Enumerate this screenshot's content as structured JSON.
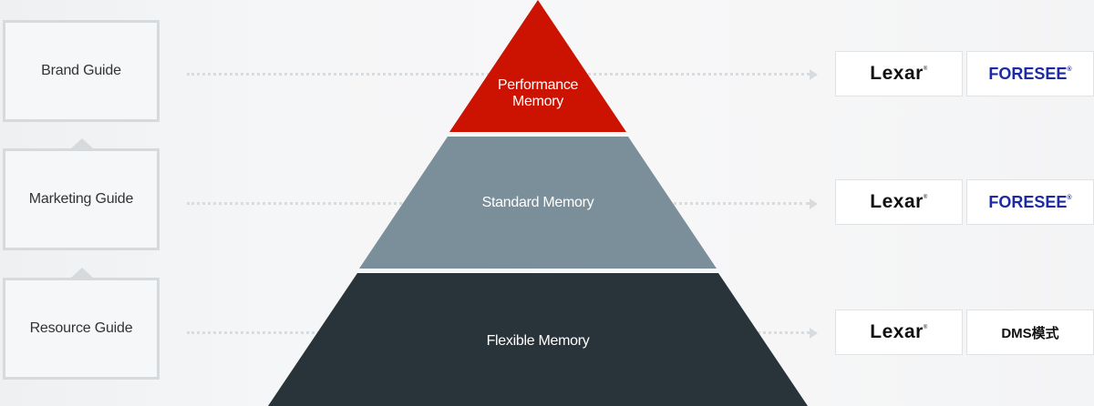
{
  "guides": [
    {
      "label": "Brand Guide"
    },
    {
      "label": "Marketing Guide"
    },
    {
      "label": "Resource Guide"
    }
  ],
  "tiers": [
    {
      "label_line1": "Performance",
      "label_line2": "Memory",
      "color": "#cc1200"
    },
    {
      "label": "Standard Memory",
      "color": "#7a8f99"
    },
    {
      "label": "Flexible Memory",
      "color": "#29333a"
    }
  ],
  "rows": [
    {
      "left_logo": "Lexar",
      "right_logo": "FORESEE"
    },
    {
      "left_logo": "Lexar",
      "right_logo": "FORESEE"
    },
    {
      "left_logo": "Lexar",
      "right_logo": "DMS模式"
    }
  ],
  "colors": {
    "guide_border": "#d7dadd",
    "foresee_blue": "#1d2aa3",
    "performance_red": "#cc1200",
    "standard_gray": "#7a8f99",
    "flexible_dark": "#29333a"
  }
}
